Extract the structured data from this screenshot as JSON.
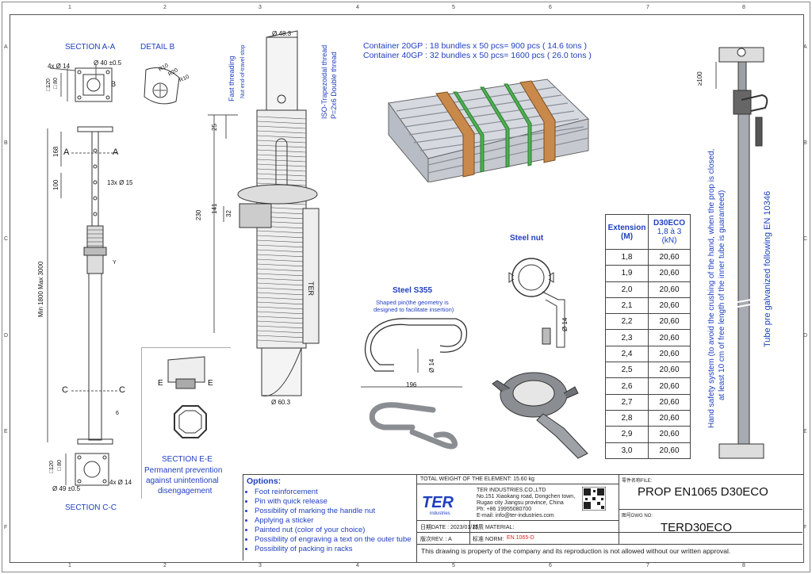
{
  "grid": {
    "cols": [
      "1",
      "2",
      "3",
      "4",
      "5",
      "6",
      "7",
      "8"
    ],
    "rows": [
      "A",
      "B",
      "C",
      "D",
      "E",
      "F"
    ]
  },
  "section_aa": {
    "title": "SECTION A-A",
    "dim_holes": "4x Ø 14",
    "dim_circle": "Ø 40 ±0.5",
    "dim_square": "□120",
    "dim_inner": "□ 80",
    "label_b": "B"
  },
  "detail_b": {
    "title": "DETAIL B",
    "r10a": "R10",
    "r20": "R20",
    "r10b": "R10"
  },
  "prop_side": {
    "dim_168": "168",
    "dim_100": "100",
    "dim_holes": "13x Ø 15",
    "a_left": "A",
    "a_right": "A",
    "dim_minmax": "Min 1800  Max 3000",
    "c_left": "C",
    "c_right": "C",
    "dim_6": "6",
    "dim_y": "Y"
  },
  "section_cc": {
    "title": "SECTION C-C",
    "dim_square": "□120",
    "dim_inner": "□ 80",
    "dim_holes": "4x Ø 14",
    "dim_circle": "Ø 49 ±0.5"
  },
  "section_ee": {
    "title": "SECTION E-E",
    "note_line1": "Permanent prevention",
    "note_line2": "against unintentional",
    "note_line3": "disengagement",
    "e_left": "E",
    "e_right": "E"
  },
  "thread_view": {
    "dim_top": "Ø 48.3",
    "dim_bottom": "Ø 60.3",
    "fast_threading": "Fast threading",
    "nut_stop": "Nut end-of-travel stop",
    "iso_thread": "ISO-Trapezoidal thread",
    "pitch": "P=2x6 Double thread",
    "dim_25": "25",
    "dim_230": "230",
    "dim_141": "141",
    "dim_32": "32",
    "brand": "TER"
  },
  "container": {
    "line1": "Container 20GP  :  18 bundles x 50 pcs= 900 pcs    ( 14.6 tons )",
    "line2": "Container 40GP  :  32 bundles x 50 pcs= 1600 pcs   ( 26.0 tons )"
  },
  "steel_nut": {
    "title": "Steel nut",
    "dim": "Ø 14"
  },
  "steel_pin": {
    "title": "Steel S355",
    "note_line1": "Shaped pin(the geometry is",
    "note_line2": "designed to facilitate insertion)",
    "dim_length": "196",
    "dim_dia": "Ø 14"
  },
  "table": {
    "header_ext": "Extension",
    "header_ext_unit": "(M)",
    "header_model": "D30ECO",
    "header_class": "1,8 à 3",
    "header_unit": "(kN)",
    "rows": [
      [
        "1,8",
        "20,60"
      ],
      [
        "1,9",
        "20,60"
      ],
      [
        "2,0",
        "20,60"
      ],
      [
        "2,1",
        "20,60"
      ],
      [
        "2,2",
        "20,60"
      ],
      [
        "2,3",
        "20,60"
      ],
      [
        "2,4",
        "20,60"
      ],
      [
        "2,5",
        "20,60"
      ],
      [
        "2,6",
        "20,60"
      ],
      [
        "2,7",
        "20,60"
      ],
      [
        "2,8",
        "20,60"
      ],
      [
        "2,9",
        "20,60"
      ],
      [
        "3,0",
        "20,60"
      ]
    ]
  },
  "right_side": {
    "dim_100": "≥100",
    "hand_safety_1": "Hand safety system (to avoid the crushing of the hand, when the prop is closed,",
    "hand_safety_2": "at least 10 cm of free length of the inner tube is guaranteed)",
    "tube_note": "Tube pre galvanized following EN 10346"
  },
  "options": {
    "title": "Options:",
    "items": [
      "Foot reinforcement",
      "Pin with quick release",
      "Possibility of marking the handle nut",
      "Applying a sticker",
      "Painted nut (color of your choice)",
      "Possibility of engraving a text on the outer tube",
      "Possibility of packing in racks"
    ]
  },
  "title_block": {
    "total_weight": "TOTAL WEIGHT OF THE ELEMENT:  15.60 kg",
    "company": "TER INDUSTRIES.CO.,LTD",
    "address1": "No.151 Xiaokang road, Dongchen town,",
    "address2": "Rugao city Jiangsu province, China",
    "phone": "Ph: +86 19955080700",
    "email": "E-mail: info@ter-industries.com",
    "logo": "TER",
    "logo_sub": "industries",
    "date": "日期DATE : 2023/01/15",
    "material": "材质 MATERIAL:",
    "rev": "版次REV. : A",
    "norm_label": "标准 NORM:",
    "norm_value": "EN 1065-D",
    "file_label": "零件名称FILE:",
    "file_value": "PROP EN1065 D30ECO",
    "dwg_label": "图号DWG NO:",
    "dwg_value": "TERD30ECO",
    "copyright": "This drawing is property of the company and its reproduction is not allowed without our written approval."
  }
}
